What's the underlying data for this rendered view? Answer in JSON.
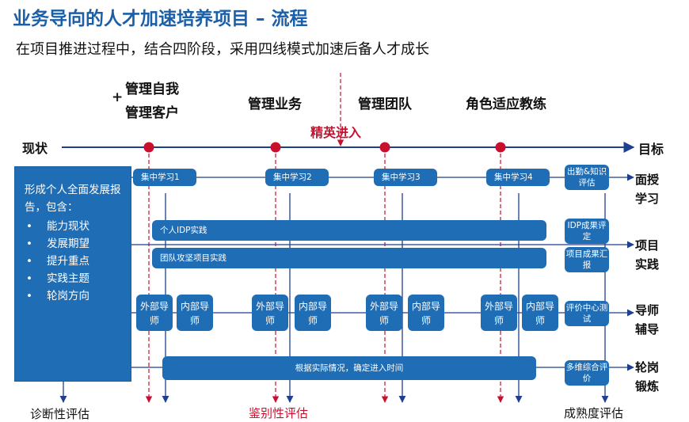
{
  "title": "业务导向的人才加速培养项目 – 流程",
  "subtitle": "在项目推进过程中，结合四阶段，采用四线模式加速后备人才成长",
  "phases": {
    "p1_line1": "管理自我",
    "p1_plus": "+",
    "p1_line2": "管理客户",
    "p2": "管理业务",
    "p3": "管理团队",
    "p4": "角色适应教练"
  },
  "elite_entry": "精英进入",
  "axis": {
    "start": "现状",
    "end": "目标"
  },
  "left_panel": {
    "intro": "形成个人全面发展报告，包含：",
    "items": [
      "能力现状",
      "发展期望",
      "提升重点",
      "实践主题",
      "轮岗方向"
    ]
  },
  "study_boxes": [
    "集中学习1",
    "集中学习2",
    "集中学习3",
    "集中学习4"
  ],
  "bars": {
    "idp": "个人IDP实践",
    "team": "团队攻坚项目实践",
    "rotation": "根据实际情况，确定进入时间"
  },
  "mentors": {
    "external": "外部导师",
    "internal": "内部导师"
  },
  "right_boxes": {
    "study": "出勤&知识评估",
    "idp": "IDP成果评定",
    "project": "项目成果汇报",
    "mentor": "评价中心测试",
    "rotation": "多维综合评价"
  },
  "right_labels": {
    "study": "面授学习",
    "practice": "项目实践",
    "mentor": "导师辅导",
    "rotation": "轮岗锻炼"
  },
  "evaluations": {
    "diagnostic": "诊断性评估",
    "selective": "鉴别性评估",
    "maturity": "成熟度评估"
  },
  "colors": {
    "blue": "#1f6db4",
    "axis": "#1f3f8f",
    "red": "#c8102e",
    "title": "#1b5fa8"
  }
}
